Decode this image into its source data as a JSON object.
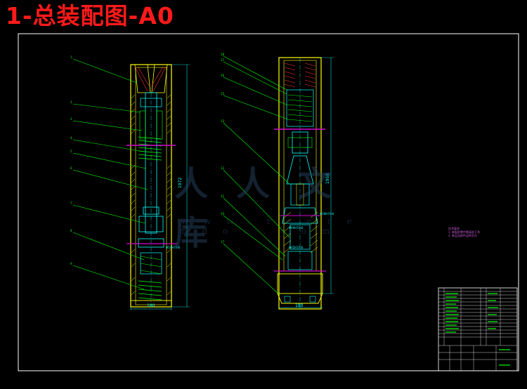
{
  "drawing": {
    "title": "1-总装配图-A0",
    "watermark": {
      "chars": "人人文库",
      "url": "w w w . r e n r e n d o c . c o m"
    }
  },
  "left_view": {
    "part_numbers": [
      "1",
      "2",
      "3",
      "4",
      "5",
      "6",
      "7",
      "8",
      "9"
    ],
    "height_dim": "1972",
    "width_dim": "180",
    "fit_label": "Φ50H7/h6"
  },
  "right_view": {
    "part_numbers": [
      "18",
      "17",
      "16",
      "15",
      "13",
      "12",
      "11",
      "10",
      "17"
    ],
    "height_dim": "1958",
    "width_dim": "180",
    "fit_labels": [
      "Φ50H7/h6",
      "Φ40H7/h6",
      "Φ45H7/h6"
    ]
  },
  "tech_notes": [
    "技术要求",
    "1.装配前零件需清洗干净",
    "2.各运动部件运转灵活"
  ],
  "colors": {
    "background": "#000000",
    "title": "#ff1a1a",
    "leader": "#00ff00",
    "body": "#ffff00",
    "detail": "#00ffff",
    "section": "#d400d4",
    "frame": "#ffffff"
  }
}
